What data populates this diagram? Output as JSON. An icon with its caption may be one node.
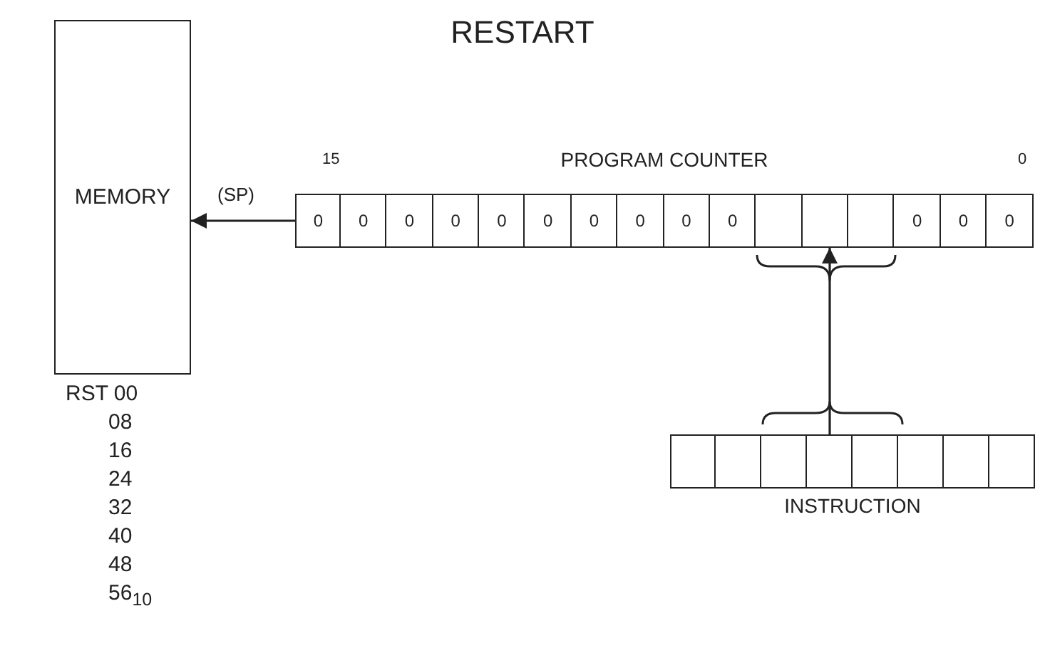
{
  "diagram": {
    "title": "RESTART",
    "nodes": [
      {
        "text": [
          "MEMORY"
        ]
      },
      {
        "text": [
          "PROGRAM COUNTER"
        ]
      },
      {
        "text": [
          "0"
        ],
        "in": 1
      },
      {
        "text": [
          "0"
        ],
        "in": 1
      },
      {
        "text": [
          "0"
        ],
        "in": 1
      },
      {
        "text": [
          "0"
        ],
        "in": 1
      },
      {
        "text": [
          "0"
        ],
        "in": 1
      },
      {
        "text": [
          "0"
        ],
        "in": 1
      },
      {
        "text": [
          "0"
        ],
        "in": 1
      },
      {
        "text": [
          "0"
        ],
        "in": 1
      },
      {
        "text": [
          "0"
        ],
        "in": 1
      },
      {
        "text": [
          "0"
        ],
        "in": 1
      },
      {
        "text": [],
        "shape": "box",
        "in": 1
      },
      {
        "text": [],
        "shape": "box",
        "in": 1
      },
      {
        "text": [],
        "shape": "box",
        "in": 1
      },
      {
        "text": [
          "0"
        ],
        "in": 1
      },
      {
        "text": [
          "0"
        ],
        "in": 1
      },
      {
        "text": [
          "0"
        ],
        "in": 1
      },
      {
        "text": [
          "INSTRUCTION"
        ]
      },
      {
        "text": [],
        "shape": "box",
        "in": 18
      },
      {
        "text": [],
        "shape": "box",
        "in": 18
      },
      {
        "text": [],
        "shape": "box",
        "in": 18
      },
      {
        "text": [],
        "shape": "box",
        "in": 18
      },
      {
        "text": [],
        "shape": "box",
        "in": 18
      },
      {
        "text": [],
        "shape": "box",
        "in": 18
      },
      {
        "text": [],
        "shape": "box",
        "in": 18
      },
      {
        "text": [],
        "shape": "box",
        "in": 18
      }
    ],
    "edges": [
      {
        "from": 1,
        "to": 0,
        "arrow": "to",
        "label": "(SP)"
      },
      {
        "from": 18,
        "to": 1,
        "arrow": "to"
      }
    ],
    "labels": [
      "15",
      "0",
      "RST 00",
      "08",
      "16",
      "24",
      "32",
      "40",
      "48",
      "56$_{10}$"
    ]
  }
}
